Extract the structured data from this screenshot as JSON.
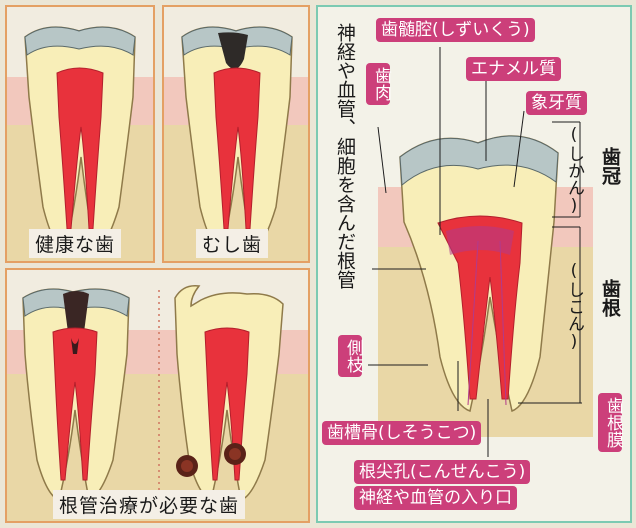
{
  "panels": {
    "healthy": "健康な歯",
    "cavity": "むし歯",
    "root_canal_needed": "根管治療が必要な歯"
  },
  "labels": {
    "pulp_cavity": "歯髄腔(しずいくう)",
    "enamel": "エナメル質",
    "dentin": "象牙質",
    "gum": "歯肉",
    "root_canal": "神経や血管、細胞を含んだ根管",
    "lateral_branch": "側枝",
    "alveolar_bone": "歯槽骨(しそうこつ)",
    "apical_foramen": "根尖孔(こんせんこう)",
    "apical_foramen_desc": "神経や血管の入り口",
    "crown": "歯冠",
    "crown_reading": "(しかん)",
    "root": "歯根",
    "root_reading": "(しこん)",
    "periodontal_ligament": "歯根膜"
  },
  "colors": {
    "orange_border": "#e4a064",
    "teal_border": "#7ccab2",
    "label_pink": "#cc3f7a",
    "pulp_red": "#e8323c",
    "dentin_cream": "#f8eeb8",
    "enamel_grey": "#b7c6c6",
    "gum_pink": "#f2c8bd",
    "bone_tan": "#e9d7a6"
  }
}
